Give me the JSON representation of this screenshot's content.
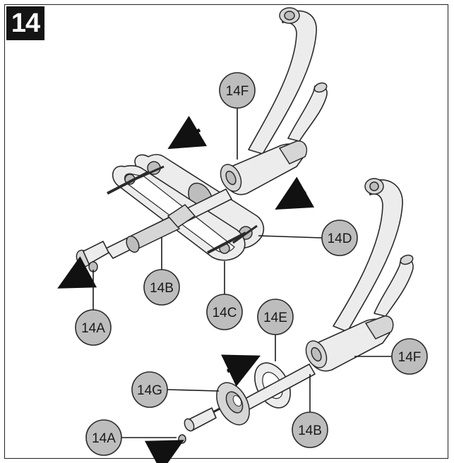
{
  "step": {
    "number": "14"
  },
  "callouts": [
    {
      "id": "14F_top",
      "label": "14F"
    },
    {
      "id": "14D",
      "label": "14D"
    },
    {
      "id": "14B_top",
      "label": "14B"
    },
    {
      "id": "14A_top",
      "label": "14A"
    },
    {
      "id": "14C",
      "label": "14C"
    },
    {
      "id": "14E",
      "label": "14E"
    },
    {
      "id": "14F_bottom",
      "label": "14F"
    },
    {
      "id": "14G",
      "label": "14G"
    },
    {
      "id": "14A_bottom",
      "label": "14A"
    },
    {
      "id": "14B_bottom",
      "label": "14B"
    }
  ]
}
